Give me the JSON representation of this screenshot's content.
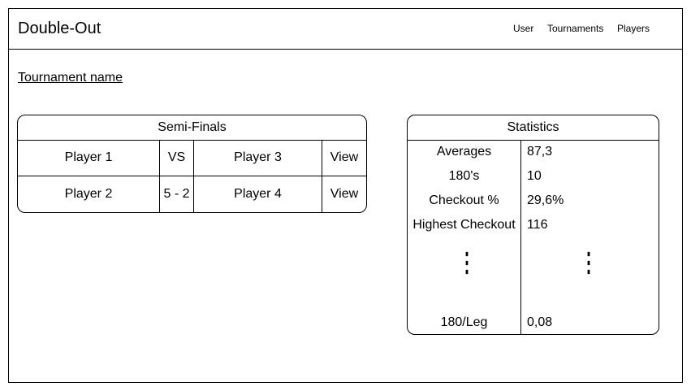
{
  "header": {
    "app_title": "Double-Out",
    "nav": [
      "User",
      "Tournaments",
      "Players"
    ]
  },
  "tournament_name": "Tournament name",
  "semi_finals": {
    "title": "Semi-Finals",
    "matches": [
      {
        "player_left": "Player 1",
        "score": "VS",
        "player_right": "Player 3",
        "action": "View"
      },
      {
        "player_left": "Player 2",
        "score": "5 - 2",
        "player_right": "Player 4",
        "action": "View"
      }
    ]
  },
  "statistics": {
    "title": "Statistics",
    "rows": [
      {
        "label": "Averages",
        "value": "87,3"
      },
      {
        "label": "180's",
        "value": "10"
      },
      {
        "label": "Checkout %",
        "value": "29,6%"
      },
      {
        "label": "Highest Checkout",
        "value": "116"
      }
    ],
    "ellipsis": "⋮",
    "last_row": {
      "label": "180/Leg",
      "value": "0,08"
    }
  }
}
